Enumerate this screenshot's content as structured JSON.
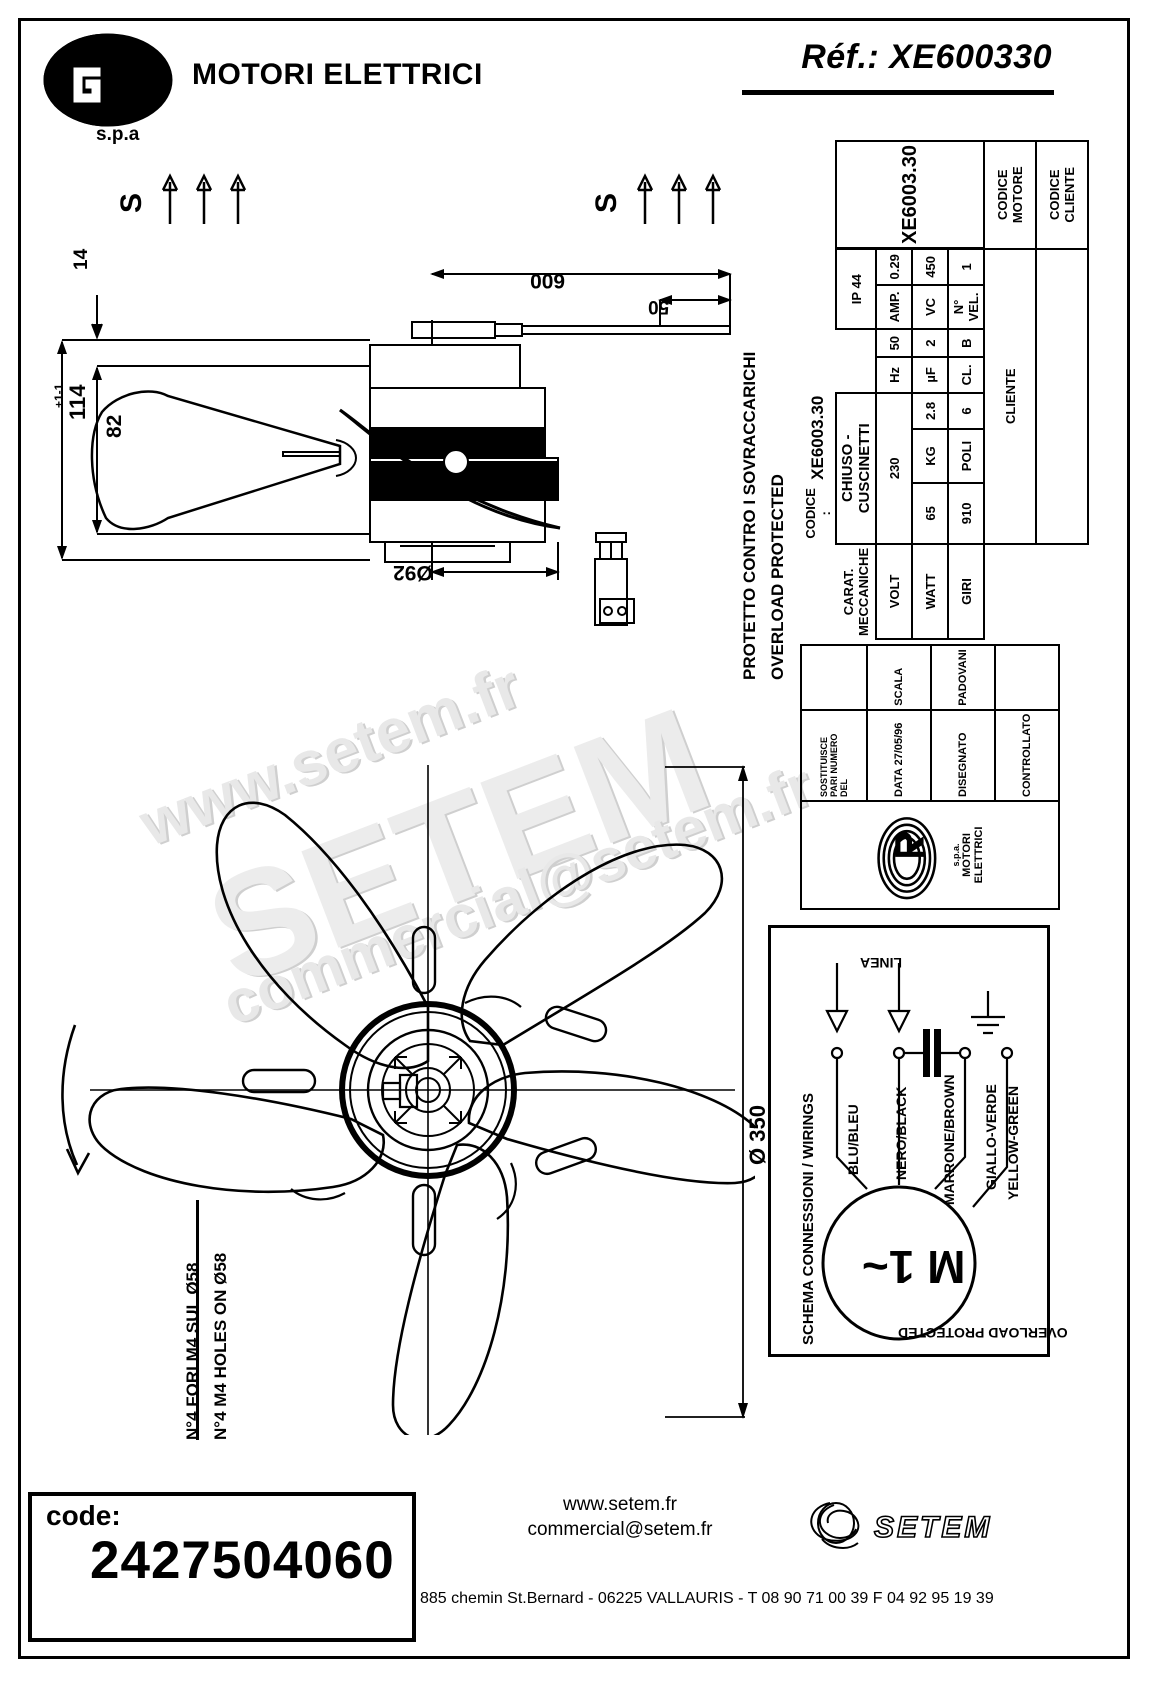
{
  "header": {
    "brand": "MOTORI ELETTRICI",
    "brand_sub": "s.p.a",
    "logo_icon": "gr-spiral-logo",
    "reference": "Réf.: XE600330"
  },
  "watermark": {
    "line1": "www.setem.fr",
    "line2": "commercial@setem.fr",
    "line3": "SETEM"
  },
  "side_view": {
    "flow_label_left": "S",
    "flow_label_right": "S",
    "dim_14": "14",
    "dim_114": "114",
    "dim_114_tol": "+1-1",
    "dim_82": "82",
    "dim_600": "600",
    "dim_50": "50",
    "dim_92": "Ø92"
  },
  "front_view": {
    "dim_350": "Ø 350",
    "note_it": "N°4 FORI M4 SUL Ø58",
    "note_en": "N°4 M4 HOLES ON Ø58"
  },
  "overload": {
    "line_it": "PROTETTO CONTRO I SOVRACCARICHI",
    "line_en": "OVERLOAD PROTECTED"
  },
  "spec_table": {
    "codice_label": "CODICE :",
    "codice_value": "XE6003.30",
    "carat_label": "CARAT. MECCANICHE",
    "carat_value": "CHIUSO - CUSCINETTI",
    "ip_value": "IP 44",
    "rows": [
      {
        "l1": "VOLT",
        "v1": "230",
        "l2": "Hz",
        "v2": "50",
        "l3": "AMP.",
        "v3": "0.29"
      },
      {
        "l1": "WATT",
        "v1": "65",
        "m1": "KG",
        "mv1": "2.8",
        "l2": "µF",
        "v2": "2",
        "l3": "VC",
        "v3": "450"
      },
      {
        "l1": "GIRI",
        "v1": "910",
        "m1": "POLI",
        "mv1": "6",
        "l2": "CL.",
        "v2": "B",
        "l3": "N° VEL.",
        "v3": "1"
      }
    ],
    "cliente_label": "CLIENTE",
    "codice_motore_label": "CODICE MOTORE",
    "codice_motore_value": "XE6003.30",
    "codice_cliente_label": "CODICE CLIENTE"
  },
  "title_block": {
    "logo_icon": "gr-spiral-logo",
    "brand": "MOTORI ELETTRICI",
    "brand_sub": "s.p.a.",
    "sostituisce_label": "SOSTITUISCE PARI NUMERO DEL",
    "data_label": "DATA",
    "data_value": "27/05/96",
    "scala_label": "SCALA",
    "disegnato_label": "DISEGNATO",
    "disegnato_value": "PADOVANI",
    "controllato_label": "CONTROLLATO"
  },
  "wiring": {
    "title": "SCHEMA CONNESSIONI / WIRINGS",
    "line_label": "LINEA",
    "motor_symbol": "M 1~",
    "overload_label": "OVERLOAD PROTECTED",
    "wires": [
      {
        "label": "BLU/BLEU"
      },
      {
        "label": "NERO/BLACK"
      },
      {
        "label": "MARRONE/BROWN"
      },
      {
        "label": "GIALLO-VERDE"
      },
      {
        "label": "YELLOW-GREEN"
      }
    ]
  },
  "footer": {
    "code_label": "code:",
    "code_value": "2427504060",
    "website": "www.setem.fr",
    "email": "commercial@setem.fr",
    "address": "885 chemin St.Bernard  -   06225 VALLAURIS  -  T 08 90 71 00 39   F 04 92 95 19 39",
    "company": "SETEM"
  }
}
